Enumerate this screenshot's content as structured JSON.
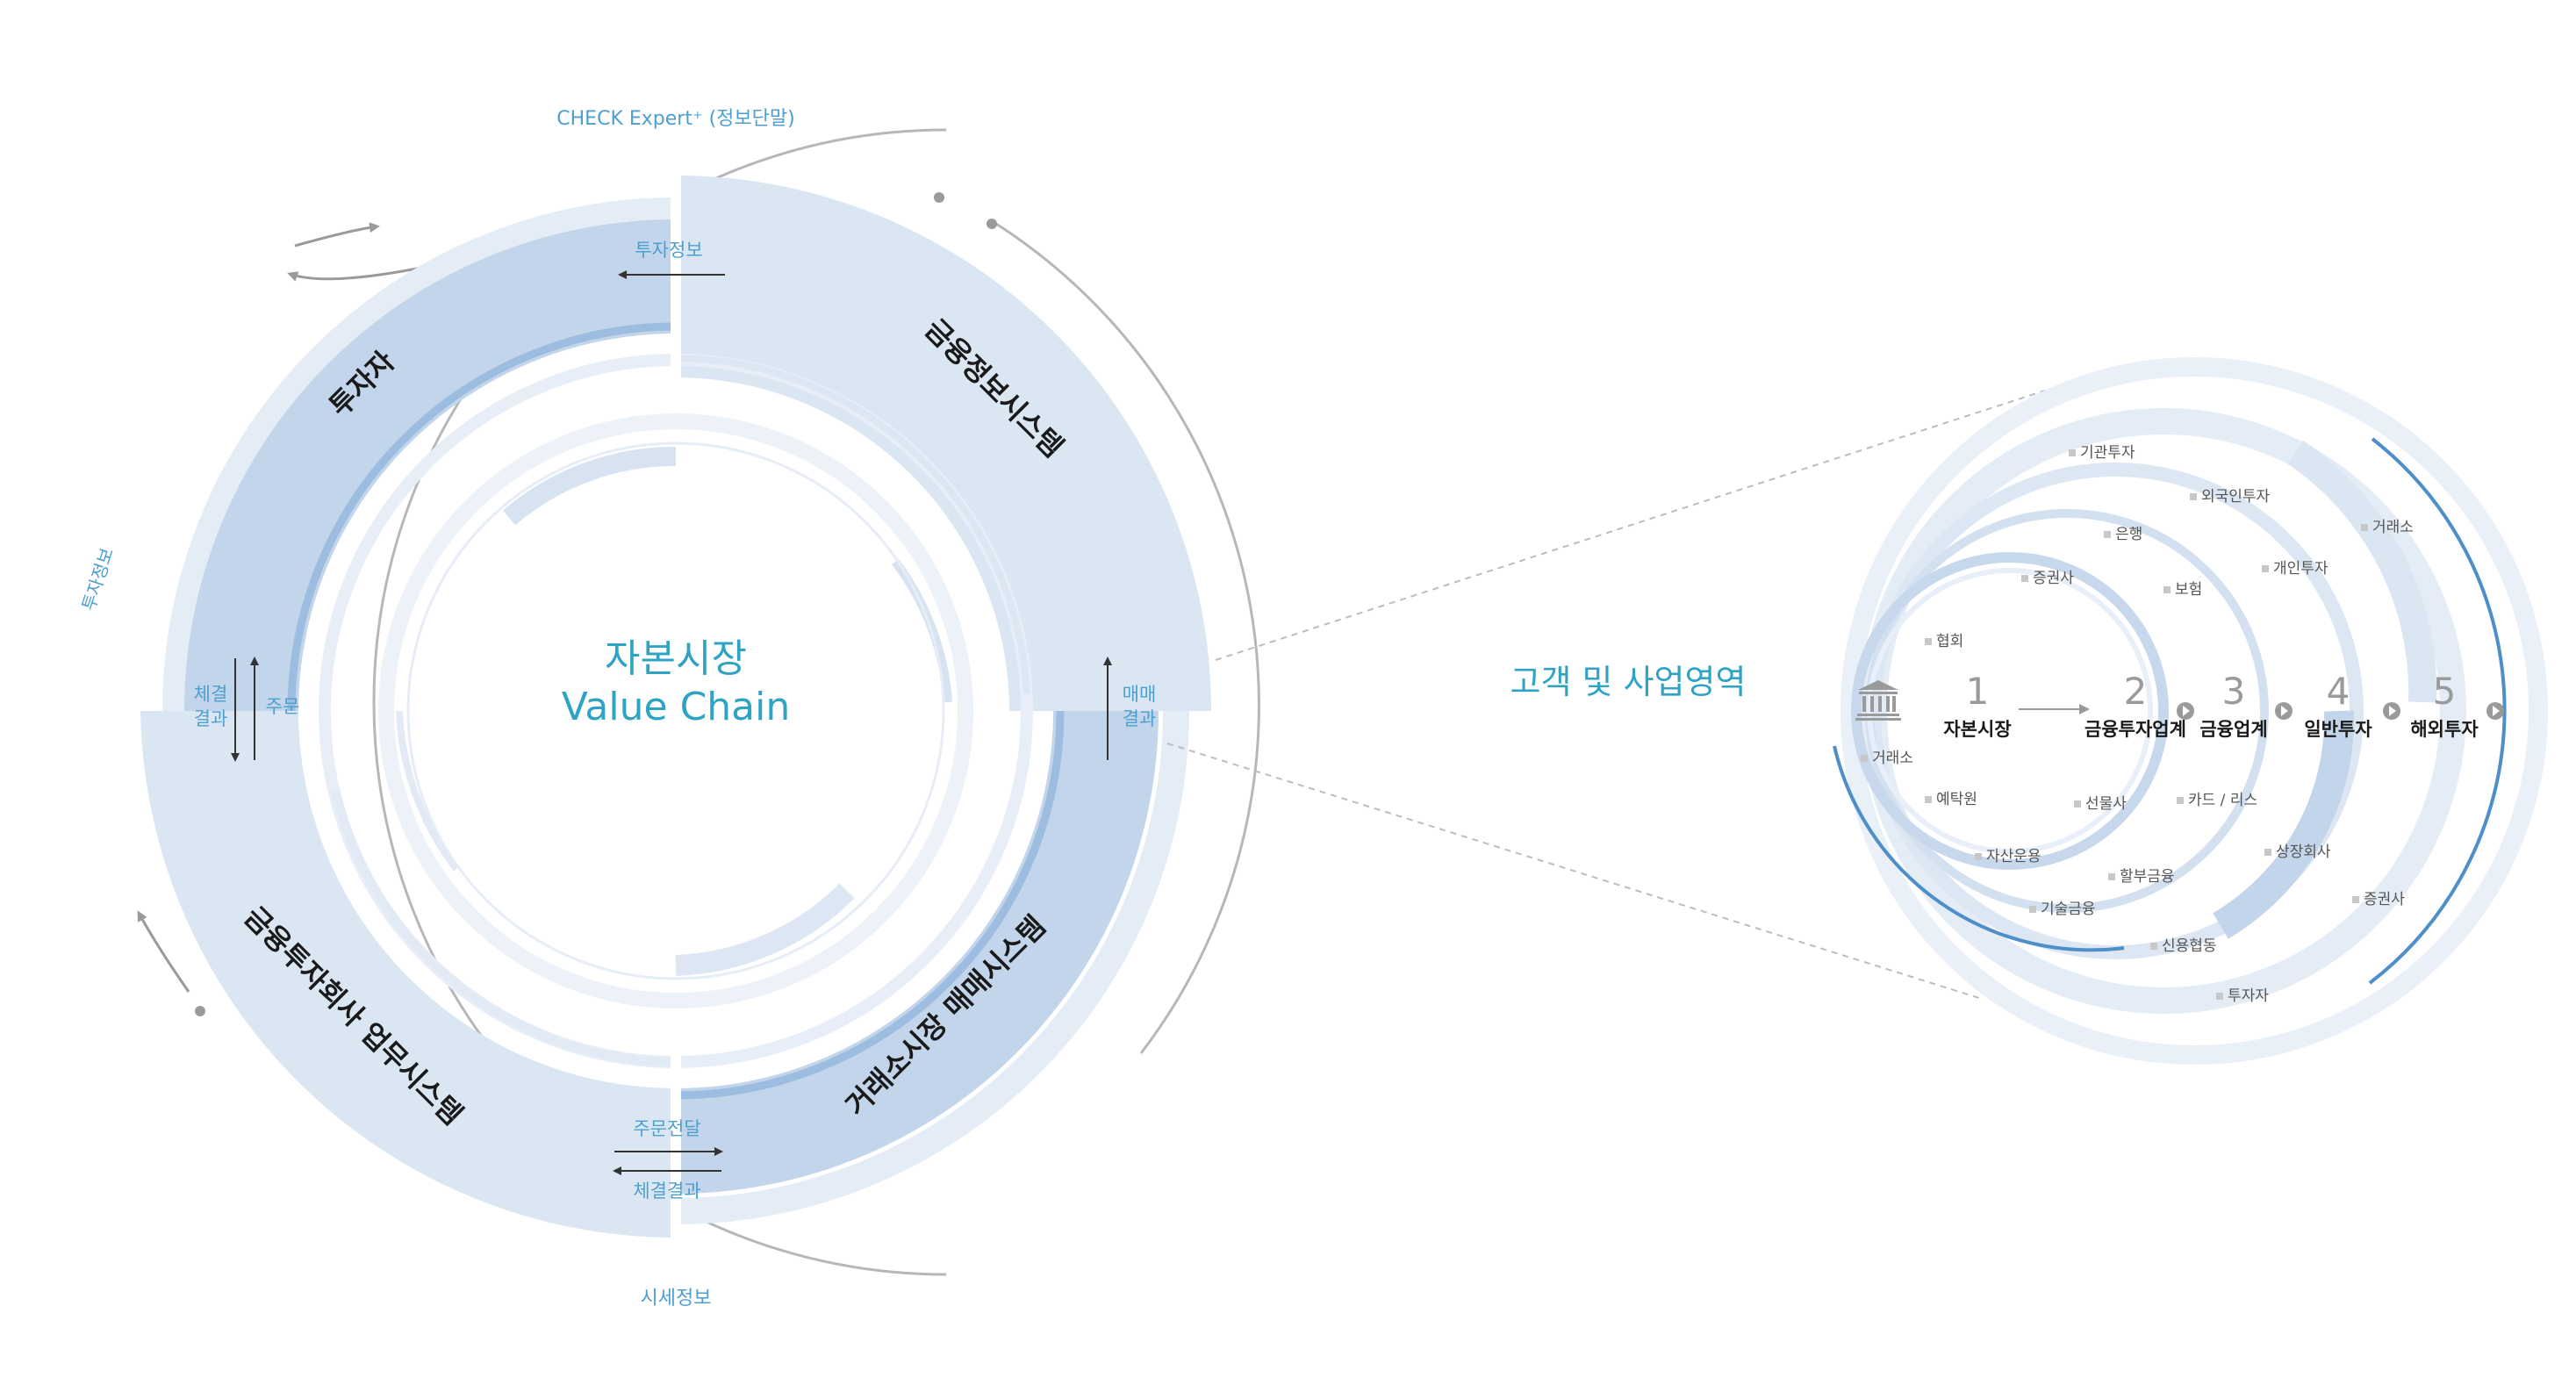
{
  "top_label": "CHECK Expert⁺ (정보단말)",
  "left_label": "투자정보",
  "bottom_label": "시세정보",
  "center": {
    "line1": "자본시장",
    "line2": "Value Chain"
  },
  "segments": {
    "investor": "투자자",
    "info_system": "금융정보시스템",
    "exchange_system": "거래소시장 매매시스템",
    "firm_system": "금융투자회사 업무시스템"
  },
  "flows": {
    "invest_info": "투자정보",
    "left_result": "체결\n결과",
    "left_result_1": "체결",
    "left_result_2": "결과",
    "left_order": "주문",
    "right_trade_1": "매매",
    "right_trade_2": "결과",
    "order_deliver": "주문전달",
    "exec_result": "체결결과"
  },
  "right_title": "고객 및 사업영역",
  "levels": [
    {
      "num": "1",
      "label": "자본시장"
    },
    {
      "num": "2",
      "label": "금융투자업계"
    },
    {
      "num": "3",
      "label": "금융업계"
    },
    {
      "num": "4",
      "label": "일반투자"
    },
    {
      "num": "5",
      "label": "해외투자"
    }
  ],
  "tags": {
    "t01": "기관투자",
    "t02": "외국인투자",
    "t03": "거래소",
    "t04": "은행",
    "t05": "개인투자",
    "t06": "증권사",
    "t07": "보험",
    "t08": "협회",
    "t09": "거래소",
    "t10": "예탁원",
    "t11": "선물사",
    "t12": "카드 / 리스",
    "t13": "자산운용",
    "t14": "상장회사",
    "t15": "할부금융",
    "t16": "기술금융",
    "t17": "증권사",
    "t18": "신용협동",
    "t19": "투자자"
  }
}
